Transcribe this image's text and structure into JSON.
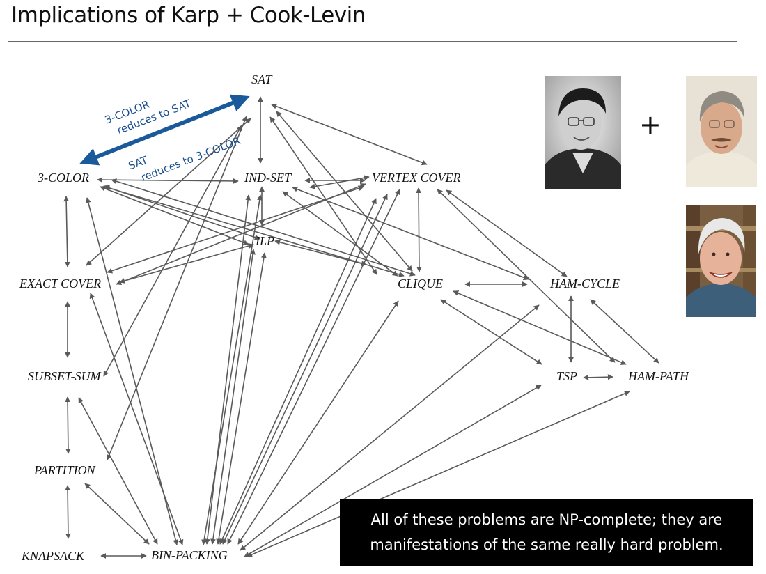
{
  "slide": {
    "title": "Implications of Karp + Cook-Levin"
  },
  "nodes": {
    "sat": "SAT",
    "three_color": "3-COLOR",
    "ind_set": "IND-SET",
    "vertex_cover": "VERTEX COVER",
    "ilp": "ILP",
    "exact_cover": "EXACT COVER",
    "clique": "CLIQUE",
    "ham_cycle": "HAM-CYCLE",
    "subset_sum": "SUBSET-SUM",
    "tsp": "TSP",
    "ham_path": "HAM-PATH",
    "partition": "PARTITION",
    "knapsack": "KNAPSACK",
    "bin_packing": "BIN-PACKING"
  },
  "reductions": {
    "upper": [
      "3-COLOR",
      "reduces to SAT"
    ],
    "lower": [
      "SAT",
      "reduces to 3-COLOR"
    ],
    "arrow_color": "#1a5a9a"
  },
  "portraits": {
    "plus": "+"
  },
  "callout": {
    "line1": "All of these problems are NP-complete; they are",
    "line2": "manifestations of the same really hard problem."
  },
  "colors": {
    "edge": "#5a5a5a",
    "callout_bg": "#000000",
    "annotation": "#1a4f8f"
  }
}
